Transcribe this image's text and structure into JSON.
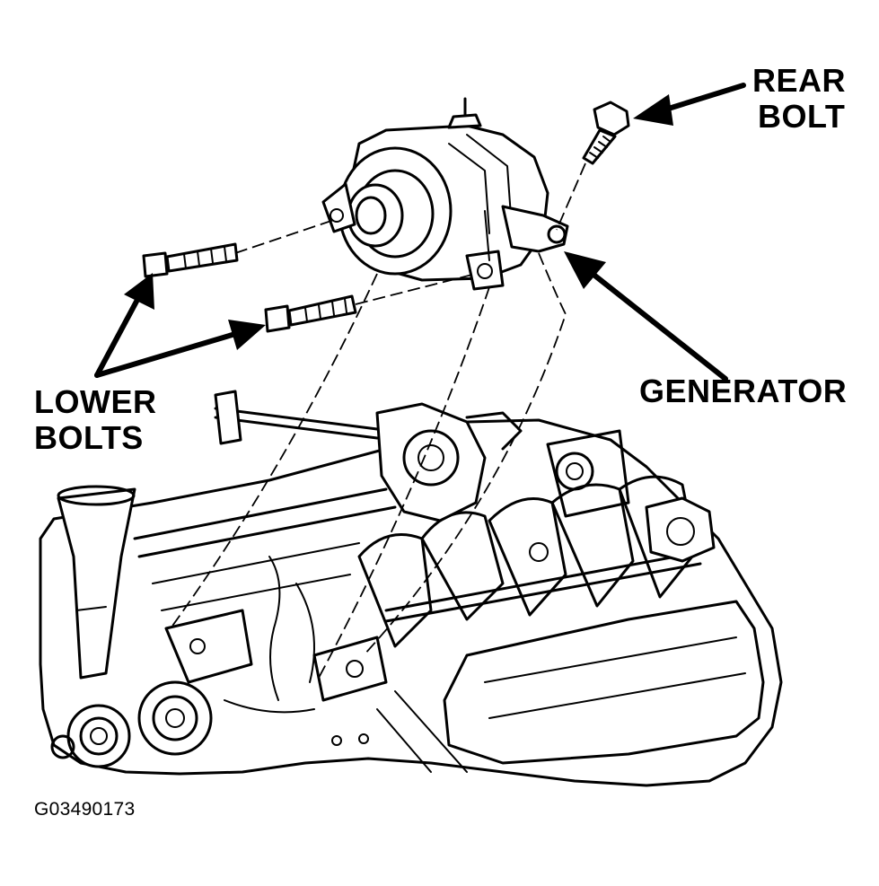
{
  "labels": {
    "rear_bolt_line1": "REAR",
    "rear_bolt_line2": "BOLT",
    "generator": "GENERATOR",
    "lower_bolts_line1": "LOWER",
    "lower_bolts_line2": "BOLTS"
  },
  "figure_id": "G03490173"
}
